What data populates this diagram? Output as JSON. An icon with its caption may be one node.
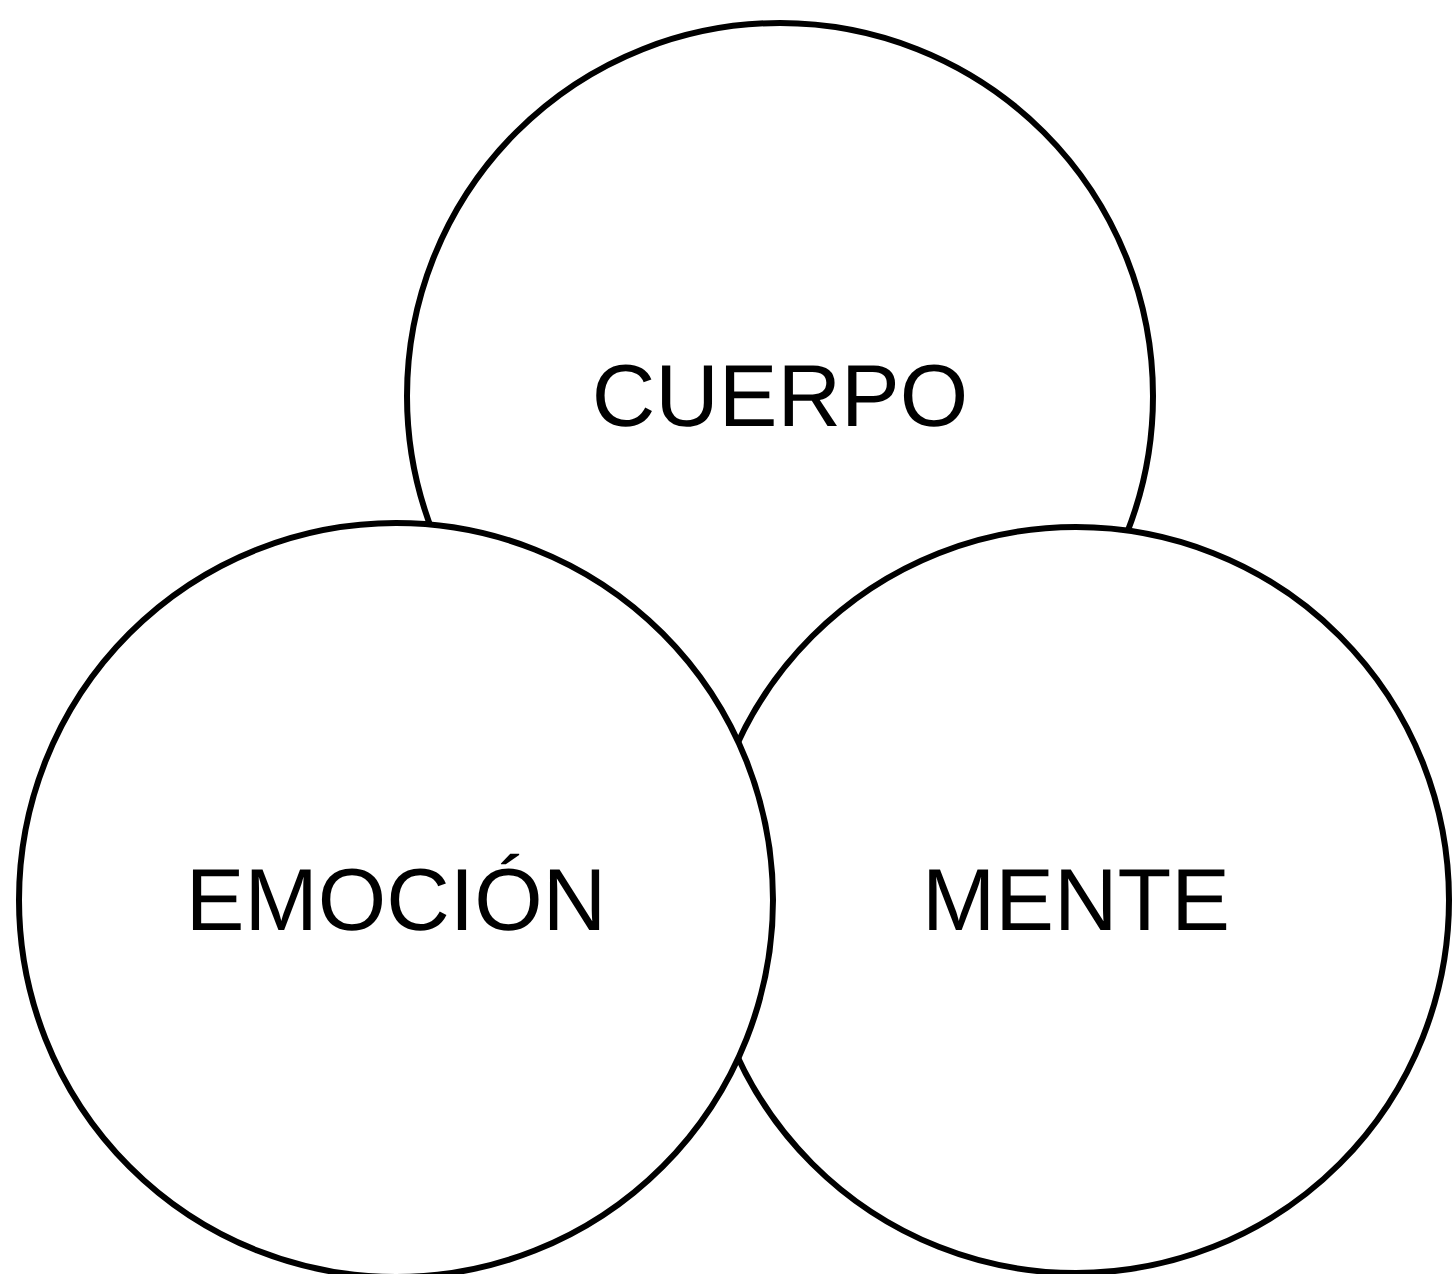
{
  "diagram": {
    "nodes": [
      {
        "text": [
          "CUERPO"
        ]
      },
      {
        "text": [
          "EMOCIÓN"
        ]
      },
      {
        "text": [
          "MENTE"
        ]
      }
    ]
  }
}
